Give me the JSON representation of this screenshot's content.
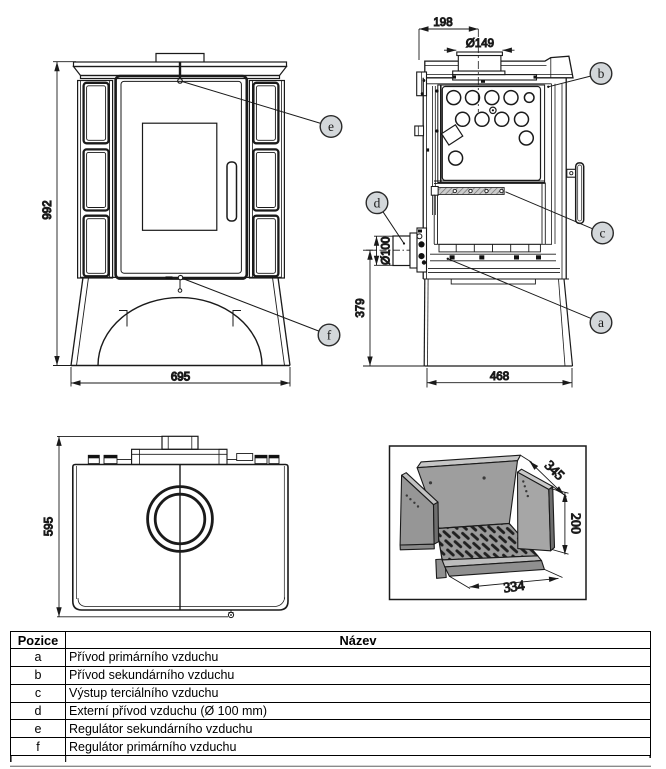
{
  "drawing": {
    "front_view": {
      "dim_height": "992",
      "dim_width": "695"
    },
    "side_view": {
      "dim_flue_offset": "198",
      "dim_flue_diameter": "Ø149",
      "dim_inlet_diameter": "Ø100",
      "dim_inlet_axis_height": "379",
      "dim_depth": "468"
    },
    "top_view": {
      "dim_depth": "595"
    },
    "iso_view": {
      "dim_depth": "345",
      "dim_height": "200",
      "dim_width": "334"
    }
  },
  "callouts": {
    "a": "a",
    "b": "b",
    "c": "c",
    "d": "d",
    "e": "e",
    "f": "f"
  },
  "table": {
    "headers": [
      "Pozice",
      "Název"
    ],
    "rows": [
      [
        "a",
        "Přívod primárního vzduchu"
      ],
      [
        "b",
        "Přívod sekundárního vzduchu"
      ],
      [
        "c",
        "Výstup terciálního vzduchu"
      ],
      [
        "d",
        "Externí přívod vzduchu (Ø 100 mm)"
      ],
      [
        "e",
        "Regulátor sekundárního vzduchu"
      ],
      [
        "f",
        "Regulátor primárního vzduchu"
      ]
    ]
  },
  "colors": {
    "line": "#1a1a1a",
    "callout_fill": "#d3d7da",
    "iso_face": "#9e9e9e",
    "iso_top": "#c6c6c6",
    "iso_dark": "#6e6e6e"
  }
}
